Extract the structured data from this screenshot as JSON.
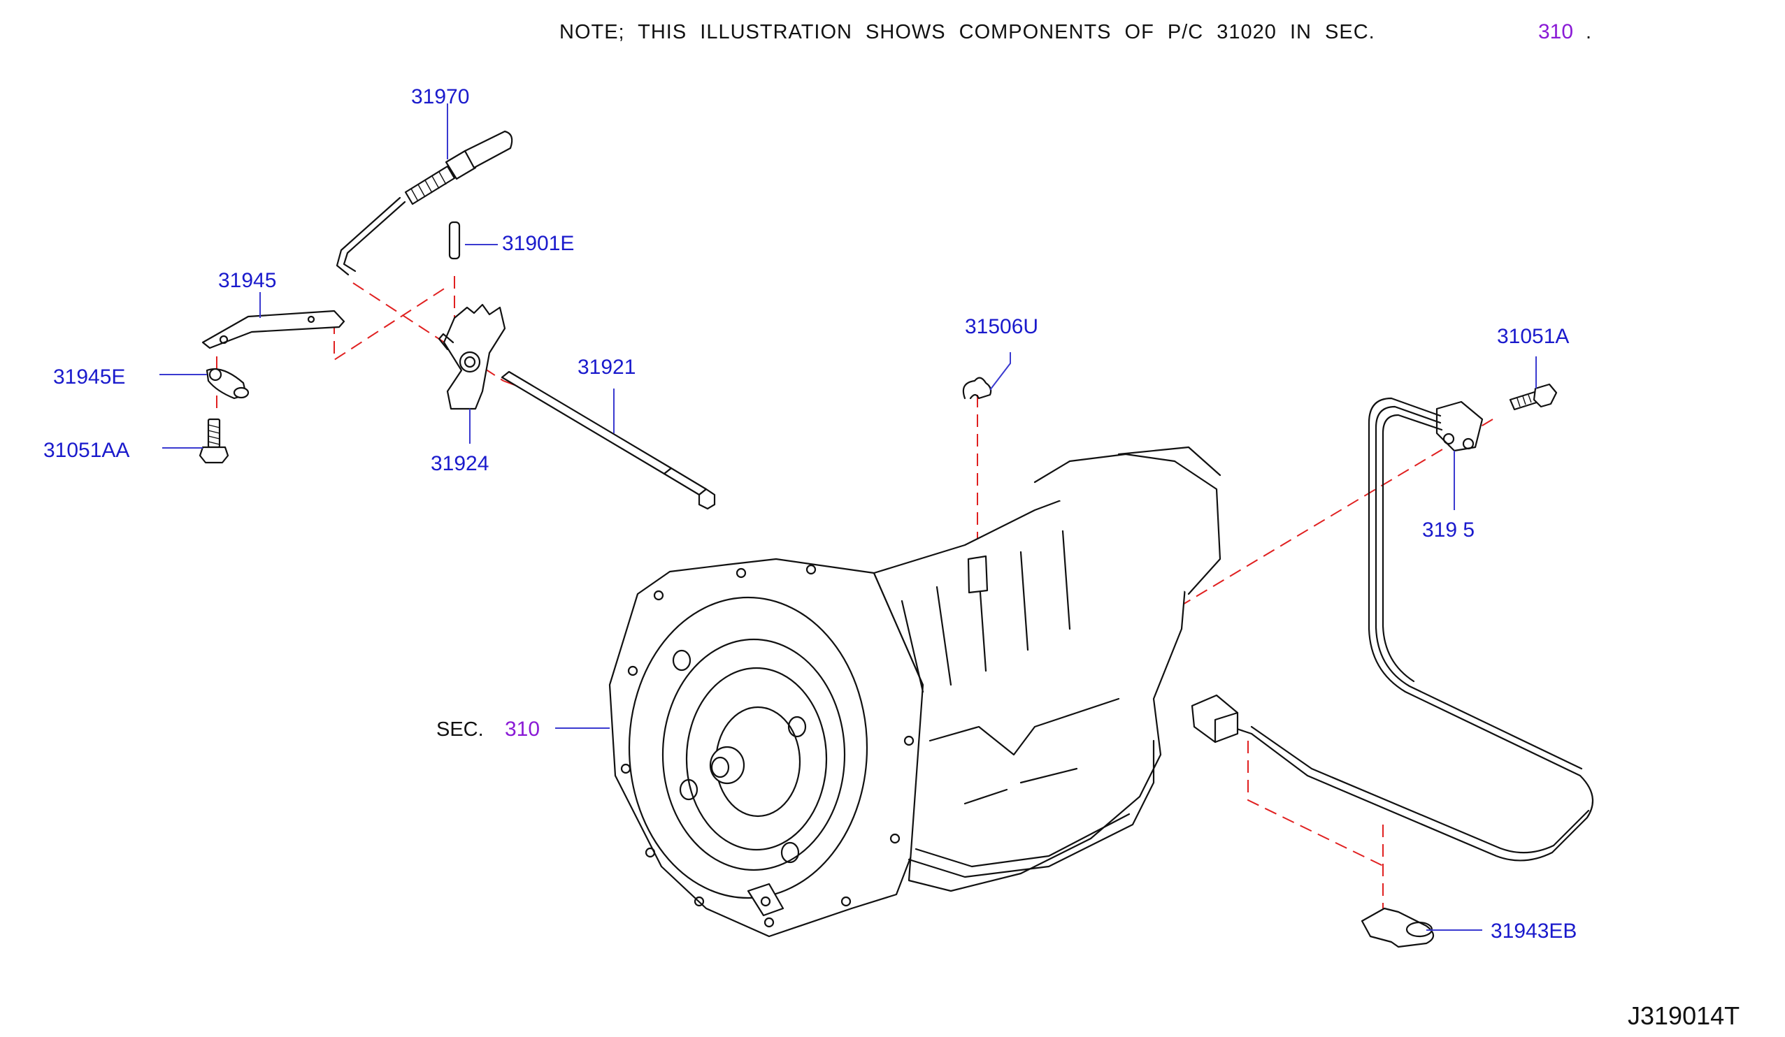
{
  "note": {
    "text": "NOTE;  THIS ILLUSTRATION SHOWS COMPONENTS OF P/C 31020 IN SEC.",
    "sec_ref": "310",
    "period": "."
  },
  "parts": {
    "p31970": "31970",
    "p31901E": "31901E",
    "p31945": "31945",
    "p31945E": "31945E",
    "p31051AA": "31051AA",
    "p31921": "31921",
    "p31924": "31924",
    "p31506U": "31506U",
    "p31051A": "31051A",
    "p319x5": "319 5",
    "p31943EB": "31943EB"
  },
  "section": {
    "label": "SEC.",
    "ref": "310"
  },
  "diagram_code": "J319014T",
  "colors": {
    "part_label": "#1a1acc",
    "section_ref": "#8a1ad6",
    "dashed_guide": "#e02020",
    "ink": "#111111"
  }
}
